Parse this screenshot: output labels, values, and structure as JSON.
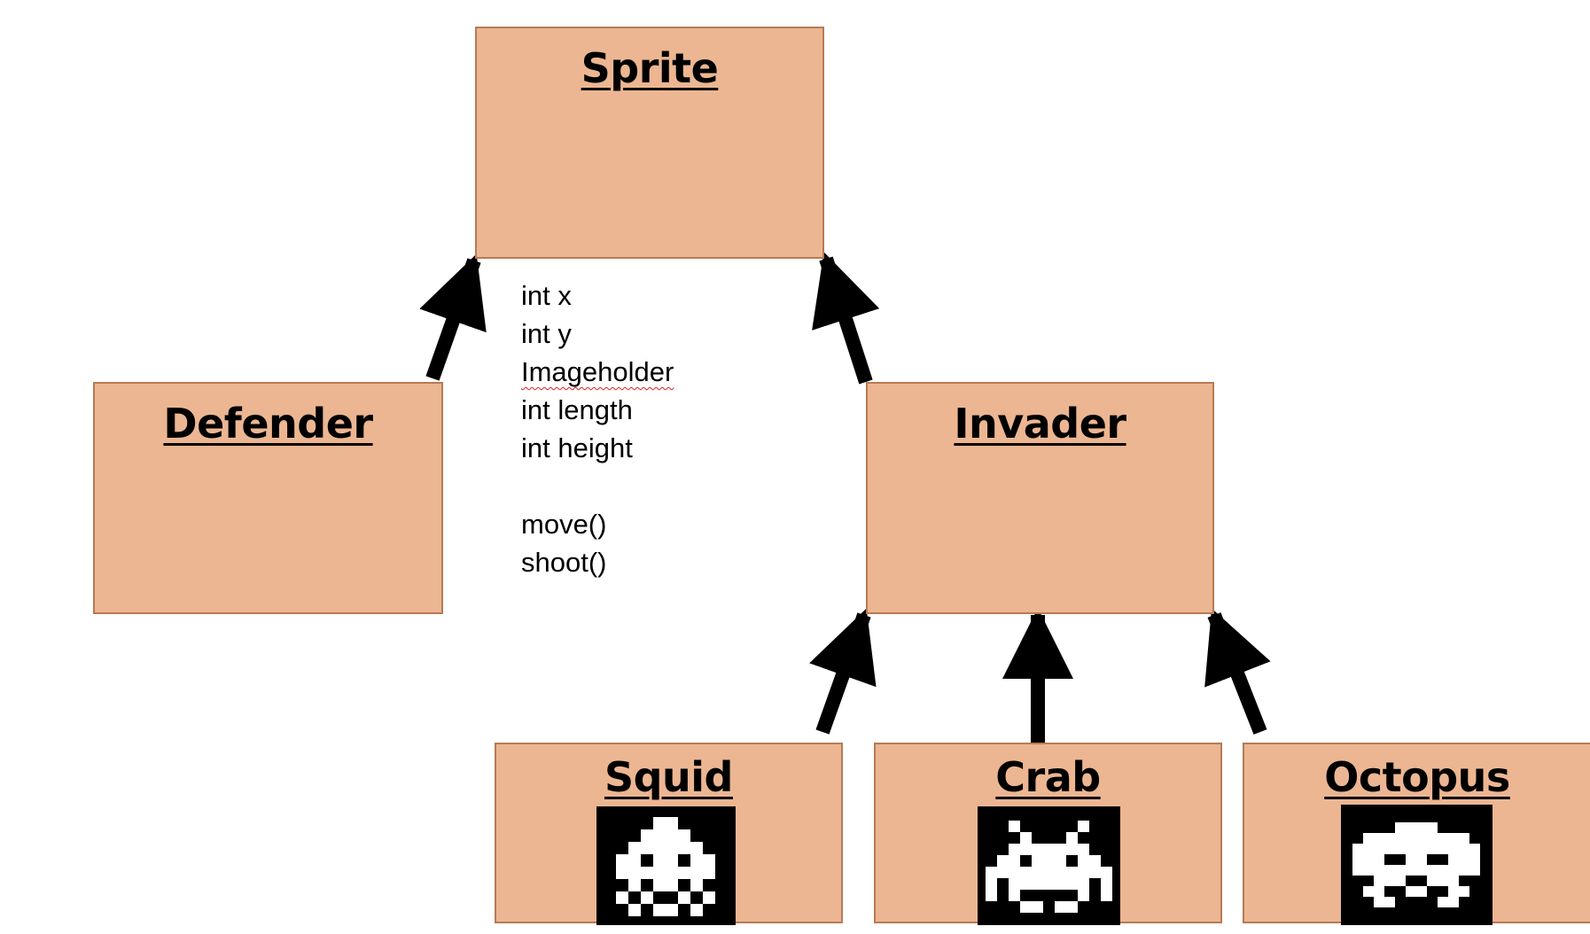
{
  "diagram": {
    "classes": {
      "sprite": {
        "name": "Sprite"
      },
      "defender": {
        "name": "Defender"
      },
      "invader": {
        "name": "Invader"
      },
      "squid": {
        "name": "Squid"
      },
      "crab": {
        "name": "Crab"
      },
      "octopus": {
        "name": "Octopus"
      }
    },
    "sprite_members": {
      "fields": [
        "int x",
        "int y",
        "Imageholder",
        "int length",
        "int height"
      ],
      "methods": [
        "move()",
        "shoot()"
      ]
    },
    "sprite_icons": [
      "squid-alien-icon",
      "crab-alien-icon",
      "octopus-alien-icon"
    ],
    "colors": {
      "box_fill": "#ecb692",
      "box_border": "#b77a55",
      "arrow": "#000000"
    }
  }
}
